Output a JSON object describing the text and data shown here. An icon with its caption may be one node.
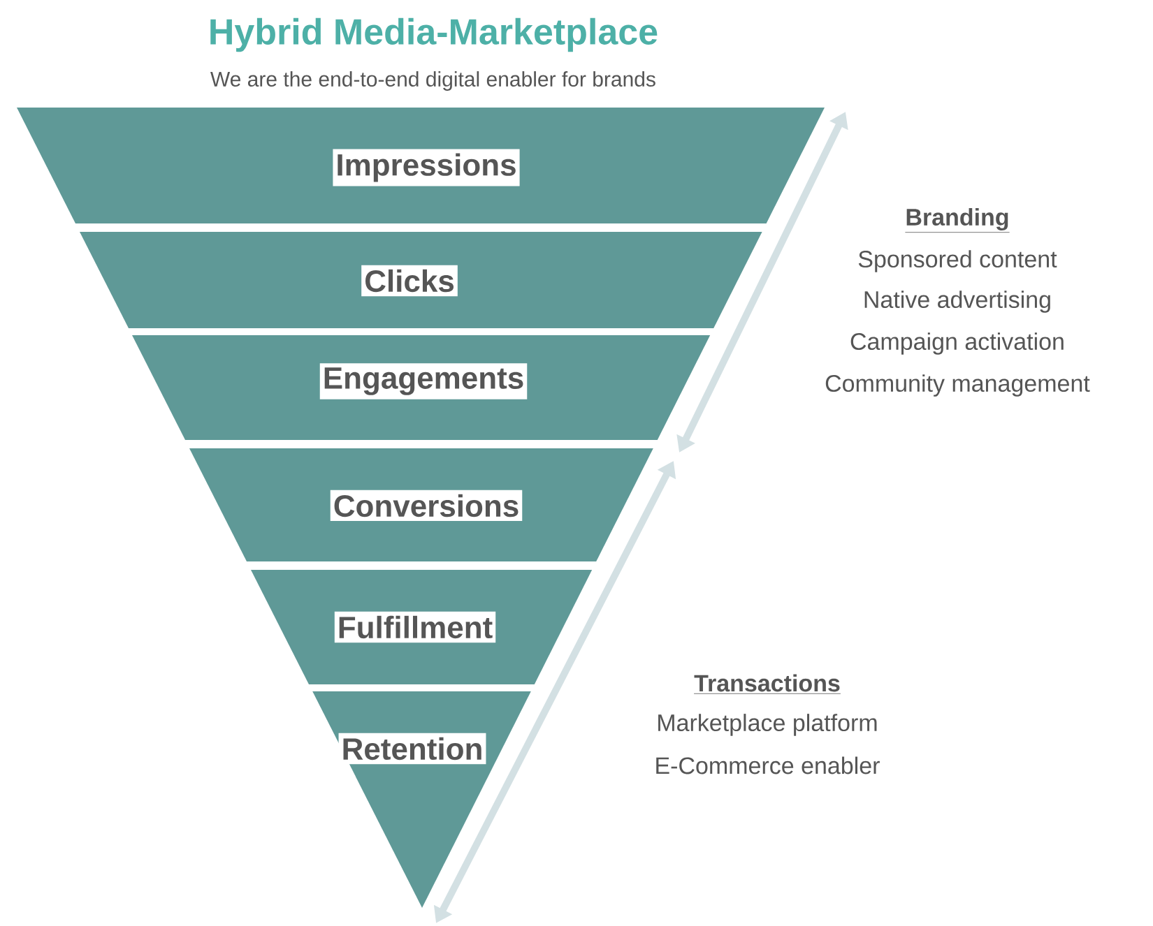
{
  "diagram": {
    "title": "Hybrid Media-Marketplace",
    "caption": "We are the end-to-end digital enabler for brands",
    "nodes": [
      {
        "text": [
          "Impressions"
        ]
      },
      {
        "text": [
          "Clicks"
        ]
      },
      {
        "text": [
          "Engagements"
        ]
      },
      {
        "text": [
          "Conversions"
        ]
      },
      {
        "text": [
          "Fulfillment"
        ]
      },
      {
        "text": [
          "Retention"
        ]
      }
    ],
    "labels": [
      "Branding",
      "Sponsored content",
      "Native advertising",
      "Campaign activation",
      "Community management",
      "Transactions",
      "Marketplace platform",
      "E-Commerce enabler"
    ]
  }
}
